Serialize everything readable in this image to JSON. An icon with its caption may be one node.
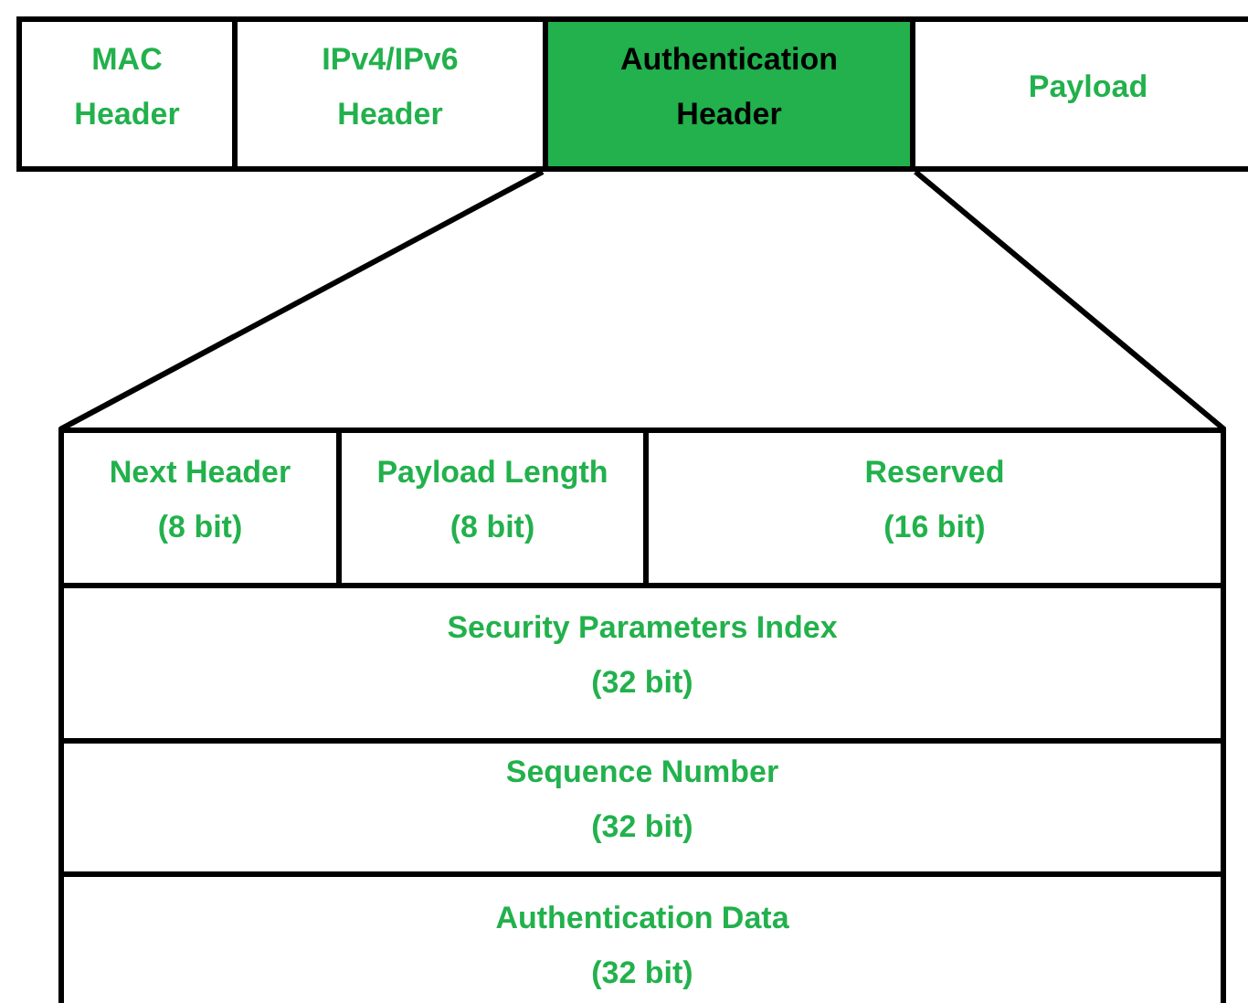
{
  "diagram": {
    "nodes": [
      {
        "text": [
          "MAC Header"
        ]
      },
      {
        "text": [
          "IPv4/IPv6 Header"
        ]
      },
      {
        "text": [
          "Authentication Header"
        ]
      },
      {
        "text": [
          "Payload"
        ]
      },
      {
        "text": [],
        "shape": "box"
      },
      {
        "text": [
          "Next Header",
          "(8 bit)"
        ],
        "in": 4
      },
      {
        "text": [
          "Payload Length",
          "(8 bit)"
        ],
        "in": 4
      },
      {
        "text": [
          "Reserved",
          "(16 bit)"
        ],
        "in": 4
      },
      {
        "text": [
          "Security Parameters Index",
          "(32 bit)"
        ],
        "in": 4
      },
      {
        "text": [
          "Sequence Number",
          "(32 bit)"
        ],
        "in": 4
      },
      {
        "text": [
          "Authentication Data",
          "(32 bit)"
        ],
        "in": 4
      }
    ],
    "edges": [
      {
        "from": 2,
        "to": 4,
        "arrow": "none"
      },
      {
        "from": 2,
        "to": 4,
        "arrow": "none"
      }
    ]
  }
}
